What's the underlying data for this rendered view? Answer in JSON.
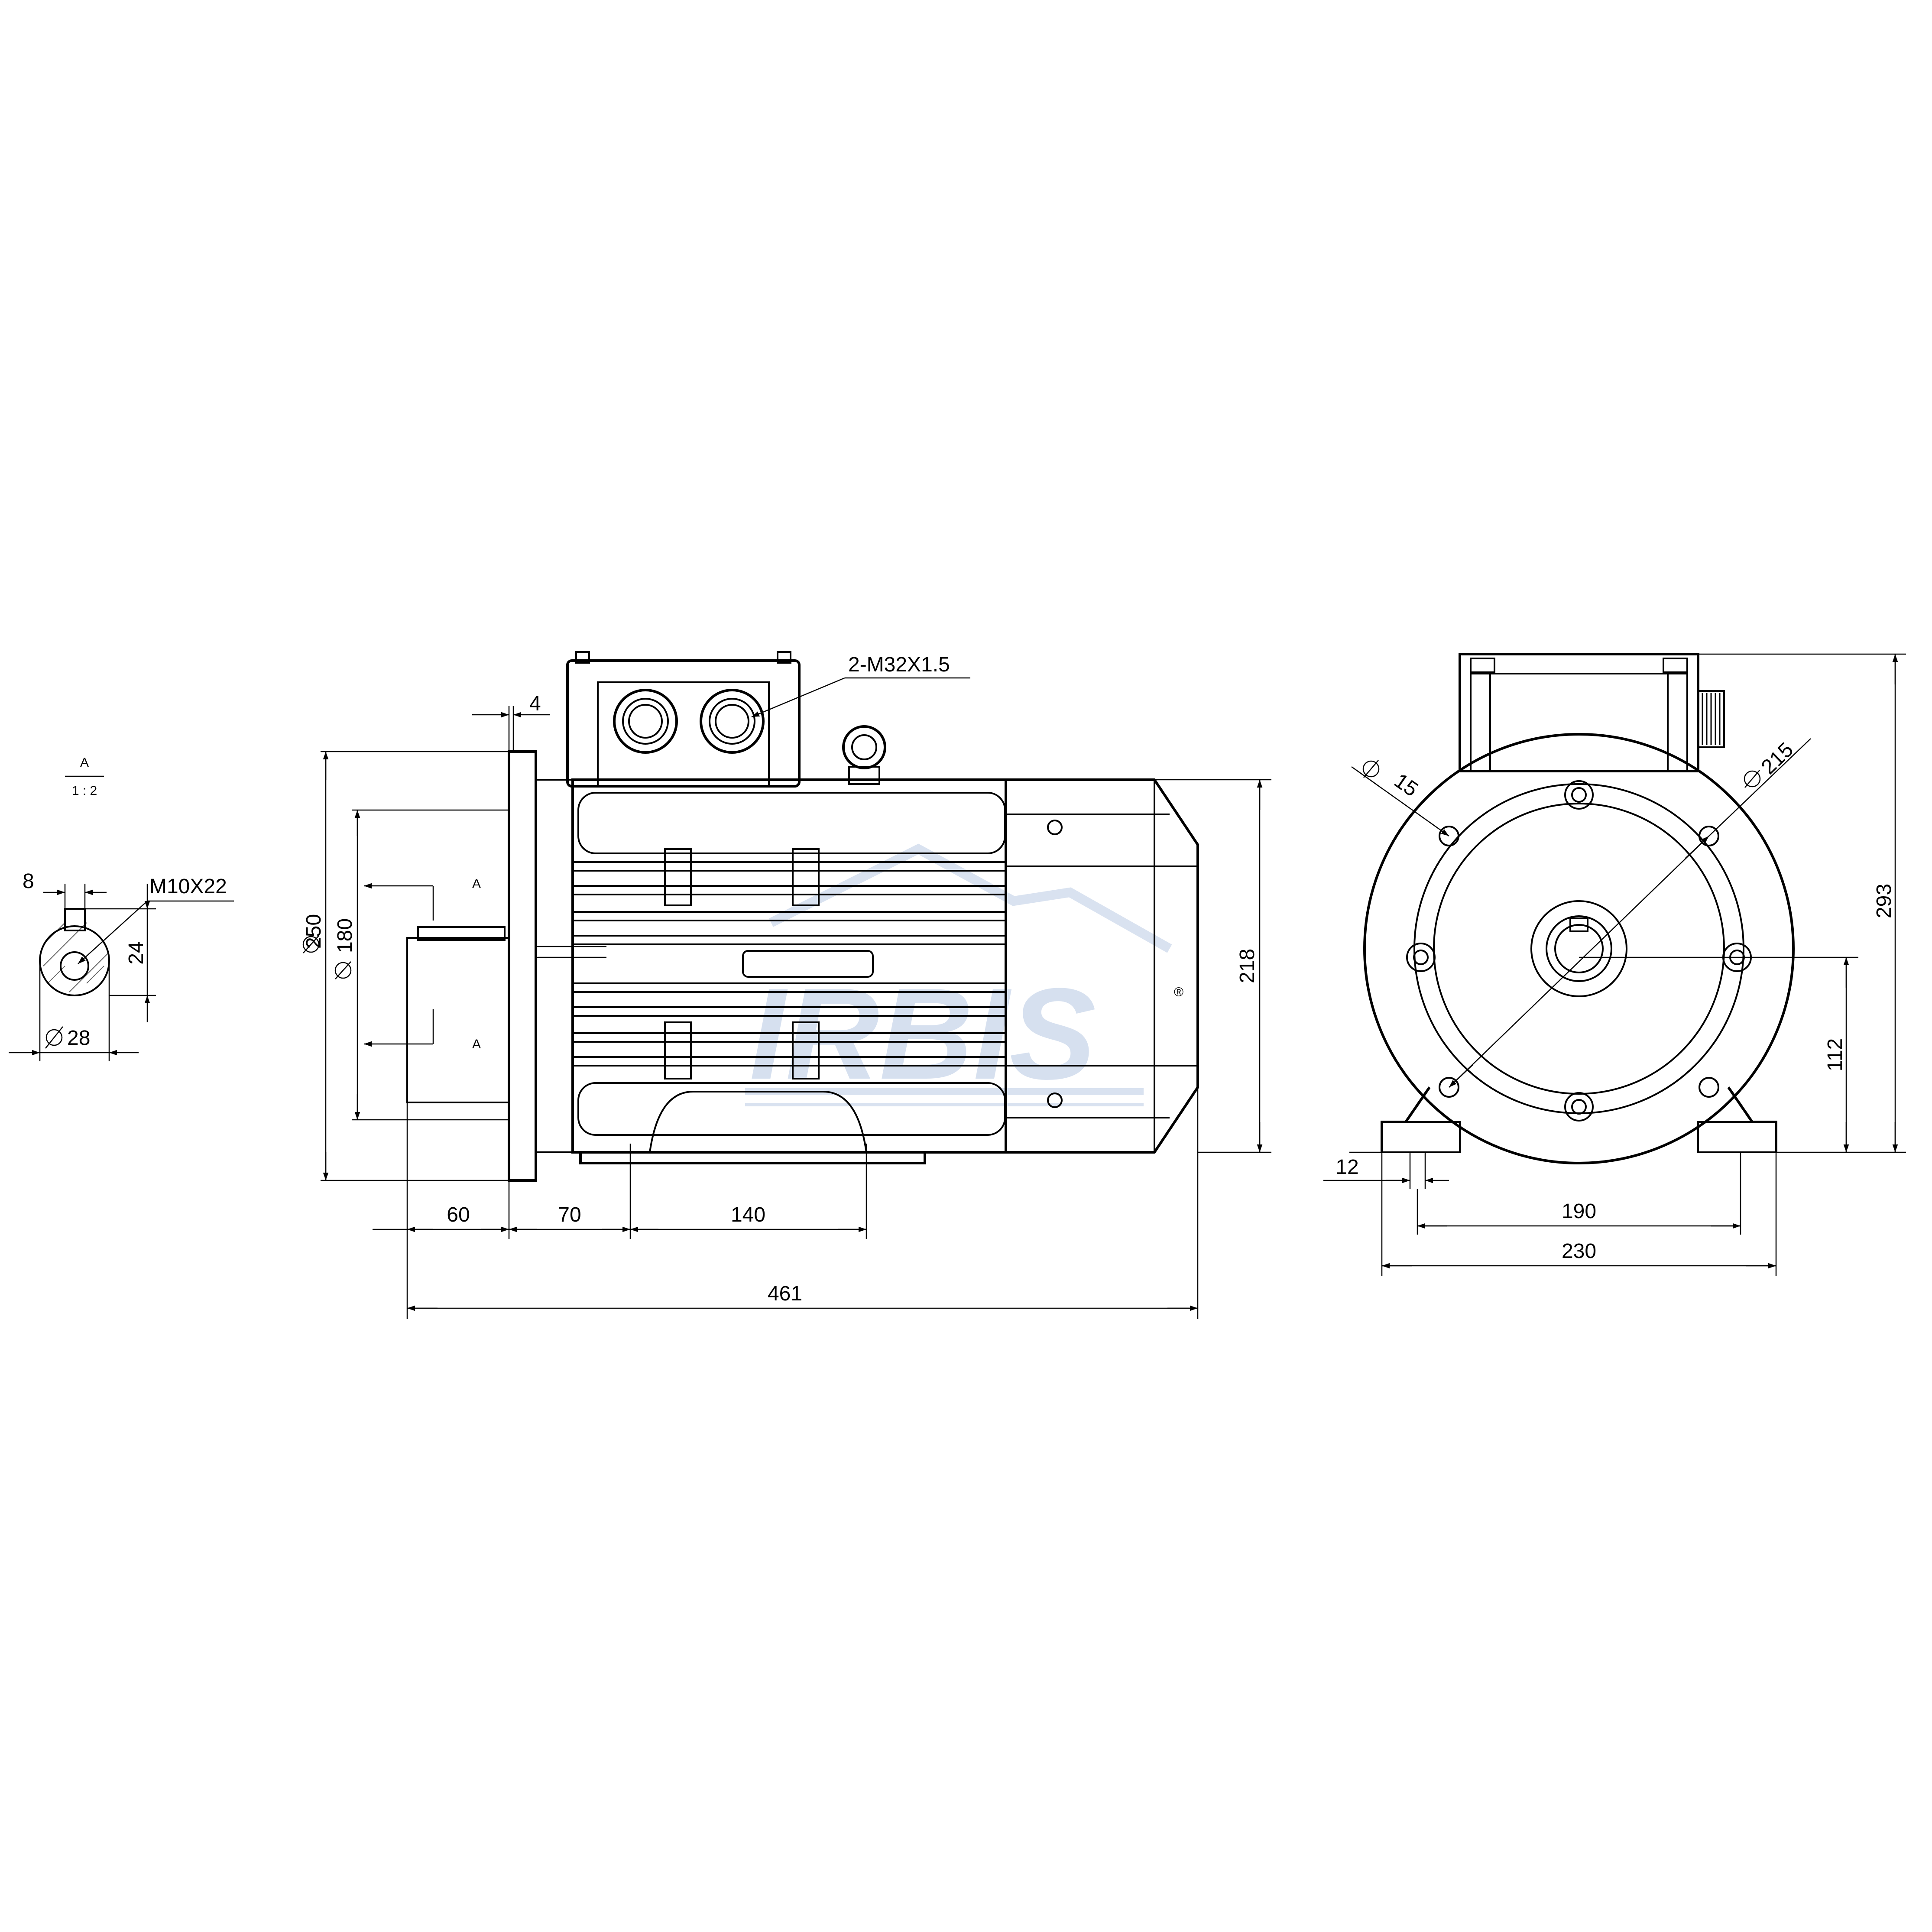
{
  "colors": {
    "line": "#000000",
    "watermark": "#c9d6ea"
  },
  "watermark": {
    "text": "IRBIS",
    "mark": "®"
  },
  "detail": {
    "label": "A",
    "scale": "1 : 2",
    "dims": {
      "key_width": "8",
      "thread": "M10X22",
      "key_depth": "24",
      "shaft_dia": "28"
    }
  },
  "side_view": {
    "cable_glands": "2-M32X1.5",
    "section_mark": "A",
    "dims": {
      "flange_thickness": "4",
      "flange_dia": "250",
      "spigot_dia": "180",
      "shaft_length": "60",
      "flange_to_foot": "70",
      "foot_spacing": "140",
      "height": "218",
      "total_length": "461"
    }
  },
  "end_view": {
    "dims": {
      "hole_dia": "15",
      "pcd": "215",
      "total_height": "293",
      "shaft_height": "112",
      "foot_hole": "12",
      "foot_spacing": "190",
      "foot_width": "230"
    }
  }
}
